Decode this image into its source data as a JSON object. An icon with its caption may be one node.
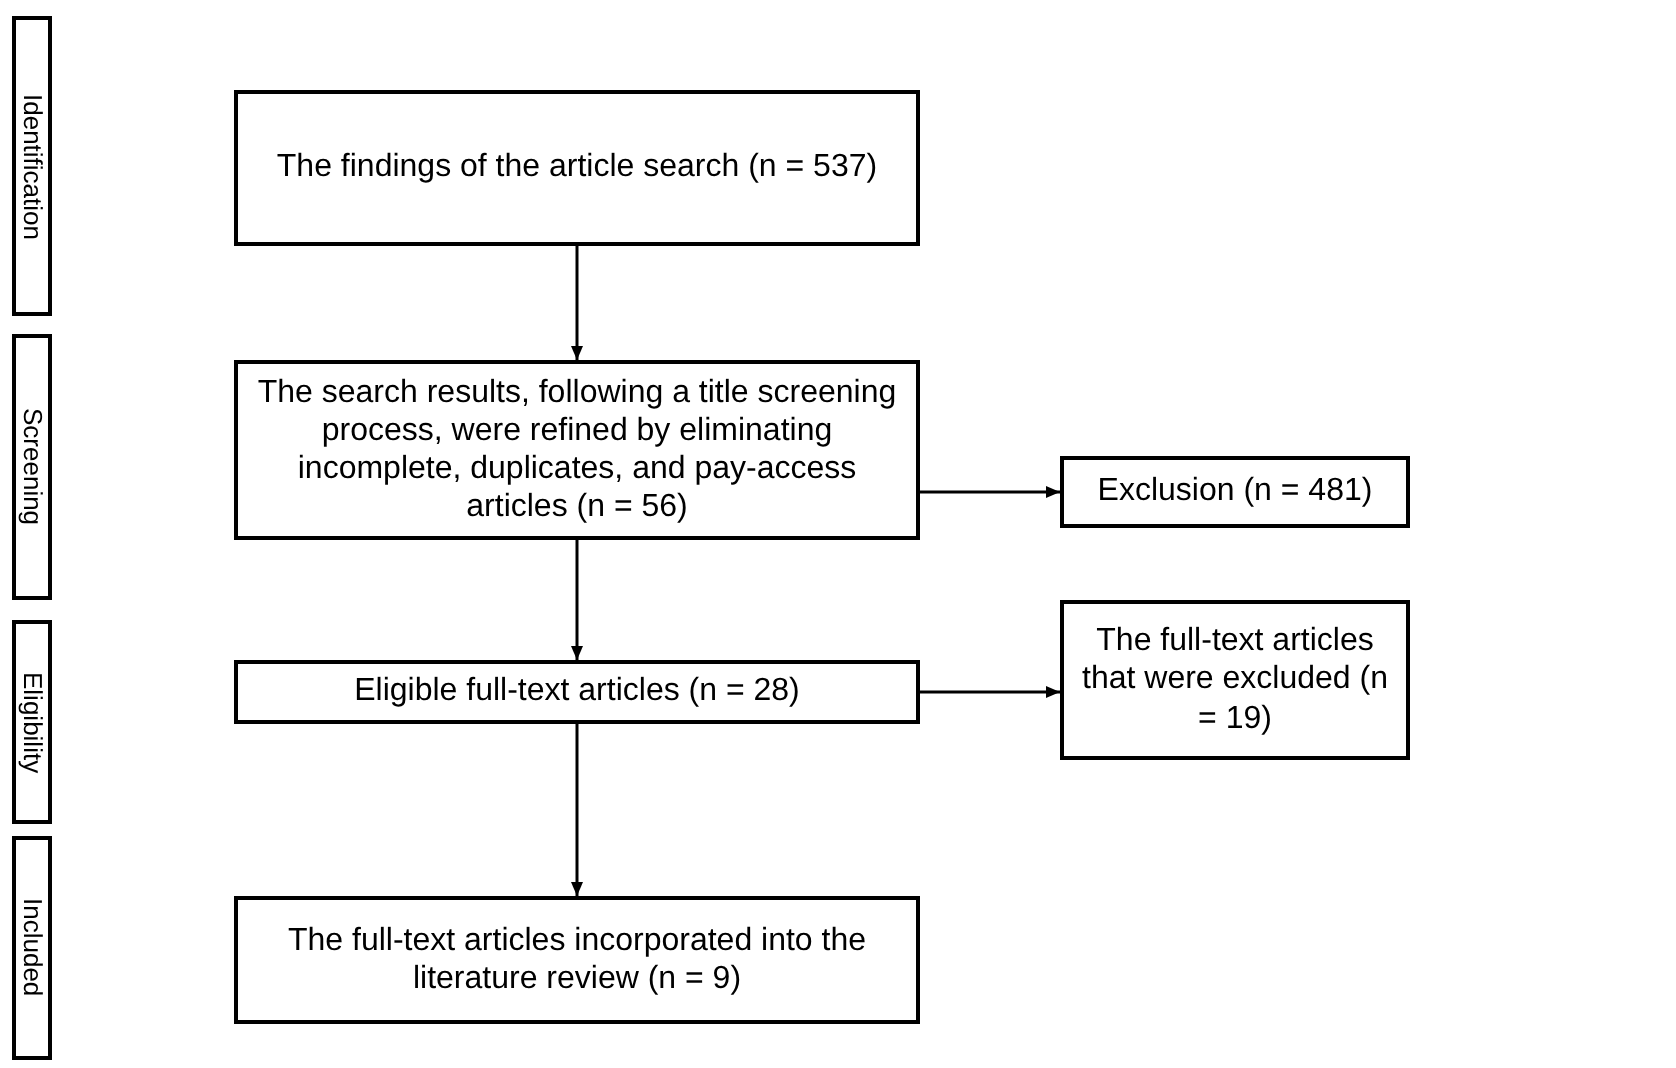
{
  "diagram": {
    "nodes": [
      {
        "text": [
          "Identification"
        ]
      },
      {
        "text": [
          "The findings of the article search (n = 537)"
        ]
      },
      {
        "text": [
          "Screening"
        ]
      },
      {
        "text": [
          "The search results, following a title screening process, were refined by eliminating incomplete, duplicates, and pay-access articles (n = 56)"
        ]
      },
      {
        "text": [
          "Exclusion (n = 481)"
        ]
      },
      {
        "text": [
          "Eligibility"
        ]
      },
      {
        "text": [
          "Eligible full-text articles (n = 28)"
        ]
      },
      {
        "text": [
          "The full-text articles that were excluded (n = 19)"
        ]
      },
      {
        "text": [
          "Included"
        ]
      },
      {
        "text": [
          "The full-text articles incorporated into the literature review (n = 9)"
        ]
      }
    ],
    "edges": [
      {
        "from": 1,
        "to": 3,
        "arrow": "to"
      },
      {
        "from": 3,
        "to": 4,
        "arrow": "to"
      },
      {
        "from": 3,
        "to": 6,
        "arrow": "to"
      },
      {
        "from": 6,
        "to": 7,
        "arrow": "to"
      },
      {
        "from": 6,
        "to": 9,
        "arrow": "to"
      }
    ]
  }
}
